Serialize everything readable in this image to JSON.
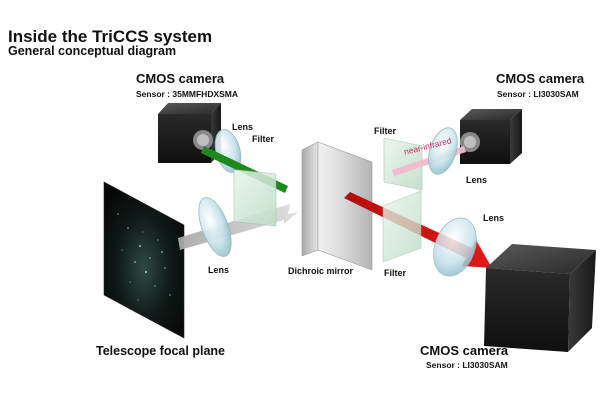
{
  "title": "Inside the TriCCS system",
  "subtitle": "General conceptual diagram",
  "cameras": {
    "top_left": {
      "label": "CMOS camera",
      "sensor": "Sensor : 35MMFHDXSMA"
    },
    "top_right": {
      "label": "CMOS camera",
      "sensor": "Sensor : LI3030SAM"
    },
    "bottom_right": {
      "label": "CMOS camera",
      "sensor": "Sensor : LI3030SAM"
    }
  },
  "parts": {
    "lens_top_left": "Lens",
    "filter_top_left": "Filter",
    "filter_top_right": "Filter",
    "lens_top_right": "Lens",
    "lens_right": "Lens",
    "lens_main": "Lens",
    "dichroic_mirror": "Dichroic mirror",
    "filter_bottom": "Filter",
    "telescope_focal_plane": "Telescope focal plane",
    "near_infrared": "near-infrared"
  },
  "colors": {
    "green_beam": "#1e8a1e",
    "red_beam": "#d21414",
    "nir_beam": "#f2b8d0",
    "nir_text": "#c0306a",
    "gray_beam": "#bcbcbc",
    "camera_body": "#1c1c1c",
    "lens_tint": "#b9dbe4",
    "filter_tint": "#d3ead8"
  },
  "icons": [
    "camera-icon",
    "lens-icon",
    "filter-icon",
    "mirror-icon",
    "focal-plane-icon"
  ]
}
